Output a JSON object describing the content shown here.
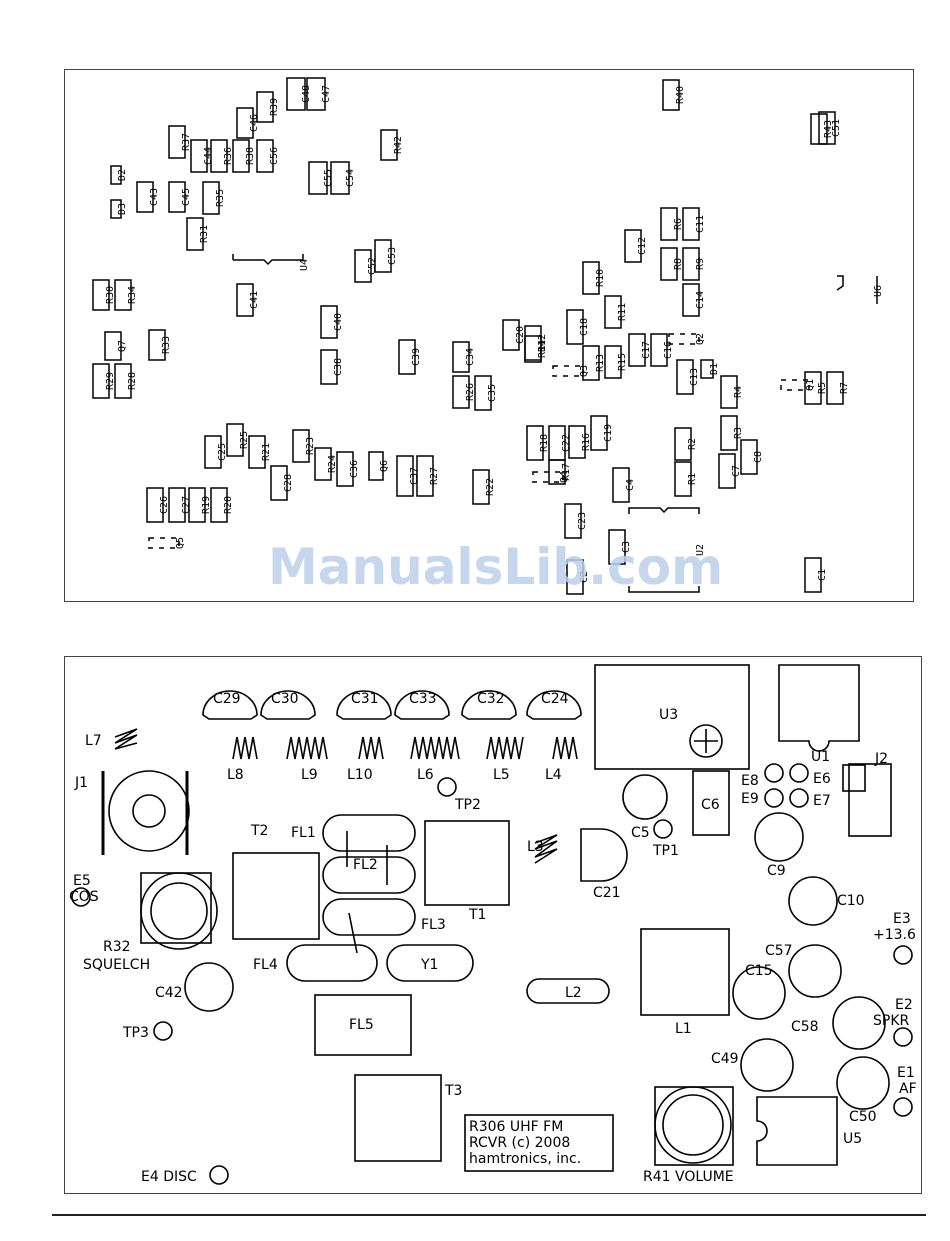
{
  "watermark": "ManualsLib.com",
  "smd_parts": [
    {
      "ref": "C48"
    },
    {
      "ref": "R40"
    },
    {
      "ref": "R39"
    },
    {
      "ref": "C47"
    },
    {
      "ref": "C46"
    },
    {
      "ref": "C44"
    },
    {
      "ref": "R36"
    },
    {
      "ref": "R37"
    },
    {
      "ref": "R38"
    },
    {
      "ref": "C56"
    },
    {
      "ref": "C55"
    },
    {
      "ref": "C54"
    },
    {
      "ref": "R42"
    },
    {
      "ref": "R43"
    },
    {
      "ref": "C51"
    },
    {
      "ref": "D2"
    },
    {
      "ref": "C43"
    },
    {
      "ref": "D3"
    },
    {
      "ref": "C45"
    },
    {
      "ref": "R35"
    },
    {
      "ref": "R31"
    },
    {
      "ref": "U4"
    },
    {
      "ref": "R30"
    },
    {
      "ref": "R34"
    },
    {
      "ref": "C41"
    },
    {
      "ref": "C52"
    },
    {
      "ref": "C53"
    },
    {
      "ref": "C12"
    },
    {
      "ref": "R6"
    },
    {
      "ref": "C11"
    },
    {
      "ref": "R9"
    },
    {
      "ref": "R8"
    },
    {
      "ref": "C14"
    },
    {
      "ref": "U6"
    },
    {
      "ref": "R10"
    },
    {
      "ref": "R11"
    },
    {
      "ref": "C40"
    },
    {
      "ref": "C39"
    },
    {
      "ref": "C20"
    },
    {
      "ref": "R12"
    },
    {
      "ref": "C18"
    },
    {
      "ref": "Q2"
    },
    {
      "ref": "Q7"
    },
    {
      "ref": "R33"
    },
    {
      "ref": "C38"
    },
    {
      "ref": "C34"
    },
    {
      "ref": "R14"
    },
    {
      "ref": "Q3"
    },
    {
      "ref": "R13"
    },
    {
      "ref": "R15"
    },
    {
      "ref": "C17"
    },
    {
      "ref": "C16"
    },
    {
      "ref": "C13"
    },
    {
      "ref": "D1"
    },
    {
      "ref": "Q1"
    },
    {
      "ref": "R5"
    },
    {
      "ref": "R7"
    },
    {
      "ref": "R29"
    },
    {
      "ref": "R28"
    },
    {
      "ref": "R26"
    },
    {
      "ref": "C35"
    },
    {
      "ref": "R4"
    },
    {
      "ref": "R3"
    },
    {
      "ref": "C25"
    },
    {
      "ref": "R25"
    },
    {
      "ref": "R21"
    },
    {
      "ref": "R23"
    },
    {
      "ref": "R24"
    },
    {
      "ref": "C28"
    },
    {
      "ref": "Q6"
    },
    {
      "ref": "C37"
    },
    {
      "ref": "R27"
    },
    {
      "ref": "R18"
    },
    {
      "ref": "C22"
    },
    {
      "ref": "C19"
    },
    {
      "ref": "R16"
    },
    {
      "ref": "R17"
    },
    {
      "ref": "R2"
    },
    {
      "ref": "C8"
    },
    {
      "ref": "C7"
    },
    {
      "ref": "C27"
    },
    {
      "ref": "R19"
    },
    {
      "ref": "R20"
    },
    {
      "ref": "C36"
    },
    {
      "ref": "R22"
    },
    {
      "ref": "C4"
    },
    {
      "ref": "R1"
    },
    {
      "ref": "Q4"
    },
    {
      "ref": "C26"
    },
    {
      "ref": "C23"
    },
    {
      "ref": "Q5"
    },
    {
      "ref": "C2"
    },
    {
      "ref": "C3"
    },
    {
      "ref": "U2"
    },
    {
      "ref": "C1"
    }
  ],
  "thru_labels": {
    "C29": "C29",
    "C30": "C30",
    "C31": "C31",
    "C33": "C33",
    "C32": "C32",
    "C24": "C24",
    "U3": "U3",
    "U1": "U1",
    "J2": "J2",
    "L7": "L7",
    "L8": "L8",
    "L9": "L9",
    "L10": "L10",
    "L6": "L6",
    "L5": "L5",
    "L4": "L4",
    "J1": "J1",
    "E8": "E8",
    "E6": "E6",
    "E9": "E9",
    "E7": "E7",
    "TP2": "TP2",
    "C6": "C6",
    "T2": "T2",
    "FL1": "FL1",
    "FL2": "FL2",
    "C5": "C5",
    "TP1": "TP1",
    "L3": "L3",
    "C9": "C9",
    "C21": "C21",
    "E5": "E5",
    "COS": "COS",
    "T1": "T1",
    "FL3": "FL3",
    "C10": "C10",
    "E3": "E3",
    "E3_val": "+13.6",
    "R32": "R32",
    "SQUELCH": "SQUELCH",
    "FL4": "FL4",
    "Y1": "Y1",
    "C57": "C57",
    "C15": "C15",
    "C42": "C42",
    "L2": "L2",
    "E2": "E2",
    "SPKR": "SPKR",
    "C58": "C58",
    "L1": "L1",
    "TP3": "TP3",
    "FL5": "FL5",
    "C49": "C49",
    "E1": "E1",
    "AF": "AF",
    "T3": "T3",
    "C50": "C50",
    "U5": "U5",
    "E4DISC": "E4 DISC",
    "R41": "R41 VOLUME"
  },
  "board_title": {
    "line1": "R306 UHF FM",
    "line2": "RCVR   (c) 2008",
    "line3": "hamtronics, inc."
  }
}
